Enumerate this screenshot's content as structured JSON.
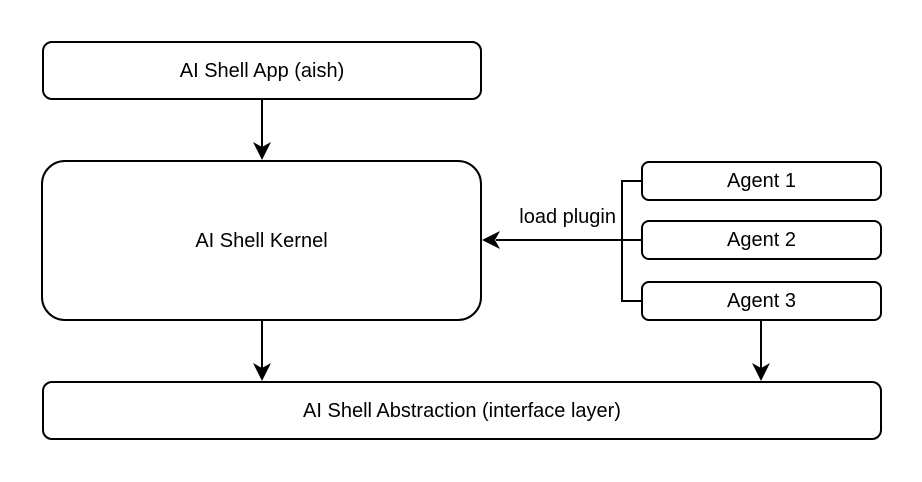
{
  "diagram": {
    "colors": {
      "stroke": "#000000",
      "node_fill": "#ffffff",
      "text": "#000000",
      "background": "#ffffff"
    },
    "nodes": {
      "app": {
        "label": "AI Shell App (aish)"
      },
      "kernel": {
        "label": "AI Shell Kernel"
      },
      "agent1": {
        "label": "Agent 1"
      },
      "agent2": {
        "label": "Agent 2"
      },
      "agent3": {
        "label": "Agent 3"
      },
      "abstraction": {
        "label": "AI Shell Abstraction (interface layer)"
      }
    },
    "edges": {
      "app_to_kernel": {
        "from": "app",
        "to": "kernel",
        "label": "",
        "direction": "down"
      },
      "load_plugin": {
        "from": "agents",
        "to": "kernel",
        "label": "load plugin",
        "direction": "left"
      },
      "kernel_to_abstraction": {
        "from": "kernel",
        "to": "abstraction",
        "label": "",
        "direction": "down"
      },
      "agent3_to_abstraction": {
        "from": "agent3",
        "to": "abstraction",
        "label": "",
        "direction": "down"
      }
    }
  }
}
